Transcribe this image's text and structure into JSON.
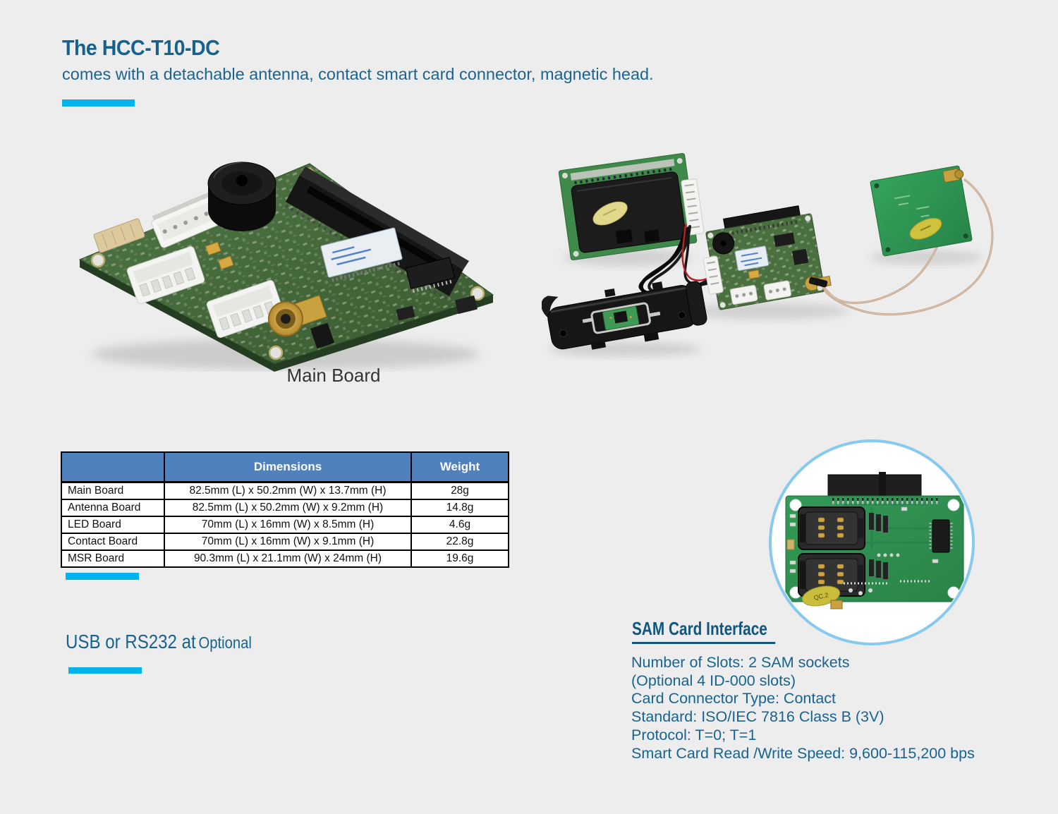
{
  "header": {
    "title": "The HCC-T10-DC",
    "subtitle": "comes with a detachable antenna, contact smart card connector, magnetic head."
  },
  "main_board": {
    "caption": "Main Board"
  },
  "spec_table": {
    "columns": [
      "",
      "Dimensions",
      "Weight"
    ],
    "rows": [
      {
        "name": "Main Board",
        "dimensions": "82.5mm (L) x 50.2mm (W) x 13.7mm (H)",
        "weight": "28g"
      },
      {
        "name": "Antenna Board",
        "dimensions": "82.5mm (L) x 50.2mm (W) x 9.2mm (H)",
        "weight": "14.8g"
      },
      {
        "name": "LED Board",
        "dimensions": "70mm (L) x 16mm (W) x 8.5mm (H)",
        "weight": "4.6g"
      },
      {
        "name": "Contact Board",
        "dimensions": "70mm (L) x 16mm (W) x 9.1mm (H)",
        "weight": "22.8g"
      },
      {
        "name": "MSR Board",
        "dimensions": "90.3mm (L) x 21.1mm (W) x 24mm (H)",
        "weight": "19.6g"
      }
    ]
  },
  "usb_line": {
    "main": "USB or RS232 at",
    "option": "Optional"
  },
  "sam": {
    "heading": "SAM Card Interface",
    "lines": [
      "Number of Slots: 2 SAM sockets",
      "(Optional 4 ID-000 slots)",
      "Card Connector Type: Contact",
      "Standard: ISO/IEC 7816 Class B (3V)",
      "Protocol: T=0; T=1",
      "Smart Card Read /Write Speed: 9,600-115,200 bps"
    ]
  },
  "sam_photo": {
    "sticker_label": "QC.2"
  },
  "colors": {
    "page_background": "#ededee",
    "accent_cyan": "#00b3ea",
    "heading_blue": "#17618f",
    "body_blue": "#186390",
    "table_header_blue": "#4f81bd",
    "circle_ring_blue": "#87c9ef"
  }
}
